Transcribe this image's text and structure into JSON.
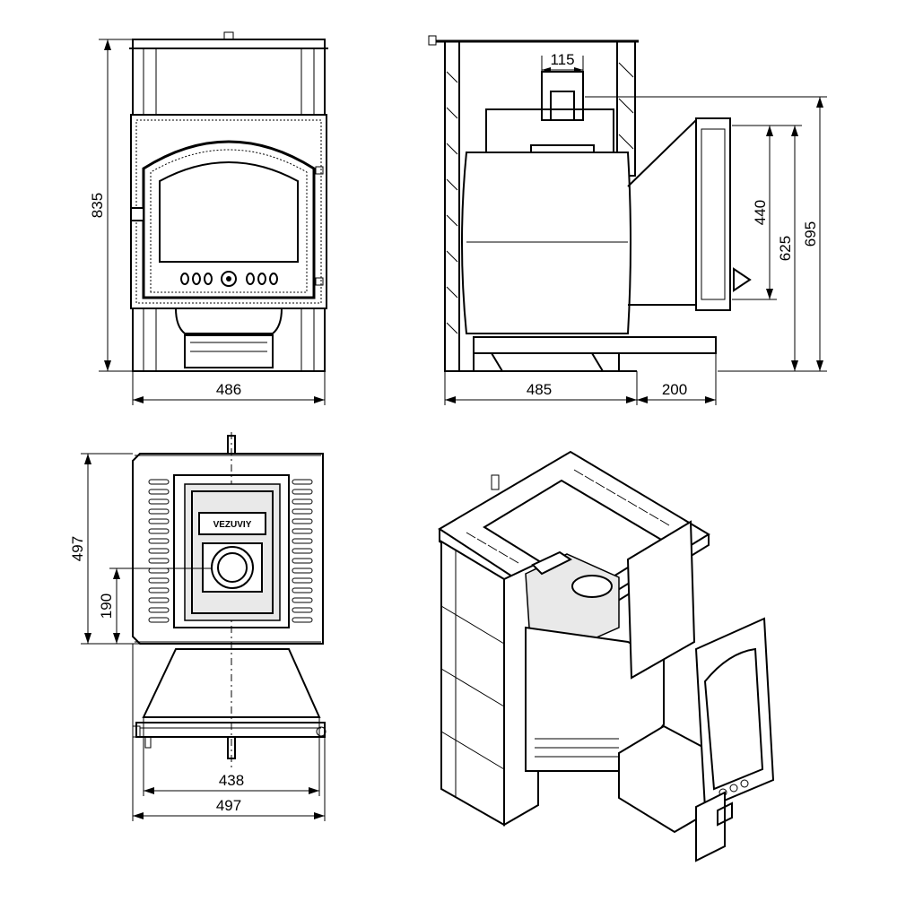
{
  "drawing": {
    "brand_text": "VEZUVIY",
    "views": {
      "front": {
        "dimensions": {
          "width": "486",
          "height": "835"
        }
      },
      "side": {
        "dimensions": {
          "flue": "115",
          "depth": "485",
          "tunnel": "200",
          "door_height": "440",
          "door_top": "625",
          "total_to_door": "695"
        }
      },
      "top": {
        "dimensions": {
          "depth": "497",
          "flue_offset": "190",
          "tunnel_width": "438",
          "width": "497"
        }
      },
      "iso": {}
    }
  }
}
